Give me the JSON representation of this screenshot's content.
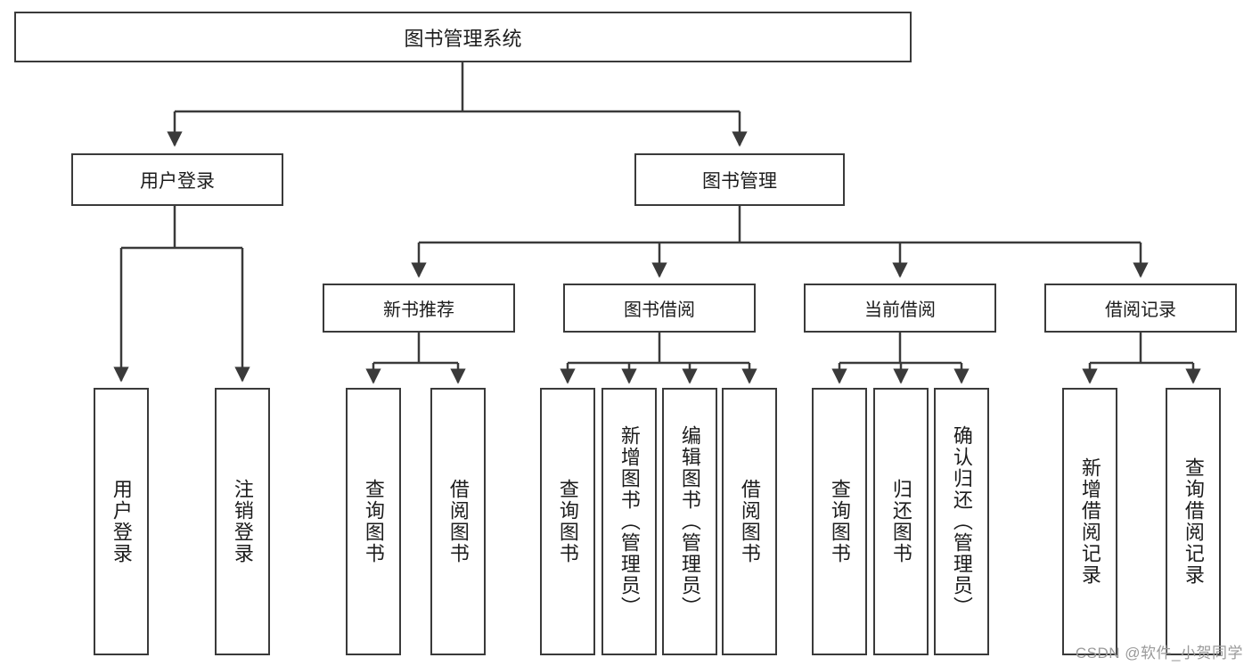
{
  "diagram": {
    "title": "图书管理系统",
    "type": "tree",
    "root": {
      "label": "图书管理系统"
    },
    "level1": [
      {
        "label": "用户登录"
      },
      {
        "label": "图书管理"
      }
    ],
    "level2": [
      {
        "label": "新书推荐"
      },
      {
        "label": "图书借阅"
      },
      {
        "label": "当前借阅"
      },
      {
        "label": "借阅记录"
      }
    ],
    "leaves": {
      "user_login": [
        {
          "label": "用户登录"
        },
        {
          "label": "注销登录"
        }
      ],
      "new_book_recommend": [
        {
          "label": "查询图书"
        },
        {
          "label": "借阅图书"
        }
      ],
      "book_borrow": [
        {
          "label": "查询图书"
        },
        {
          "label": "新增图书（管理员）"
        },
        {
          "label": "编辑图书（管理员）"
        },
        {
          "label": "借阅图书"
        }
      ],
      "current_borrow": [
        {
          "label": "查询图书"
        },
        {
          "label": "归还图书"
        },
        {
          "label": "确认归还（管理员）"
        }
      ],
      "borrow_record": [
        {
          "label": "新增借阅记录"
        },
        {
          "label": "查询借阅记录"
        }
      ]
    }
  },
  "watermark": {
    "text": "CSDN @软件_小贺同学"
  },
  "colors": {
    "stroke": "#3a3a3a",
    "text": "#1c1c1c",
    "background": "#ffffff",
    "watermark": "#9a9a9a"
  }
}
